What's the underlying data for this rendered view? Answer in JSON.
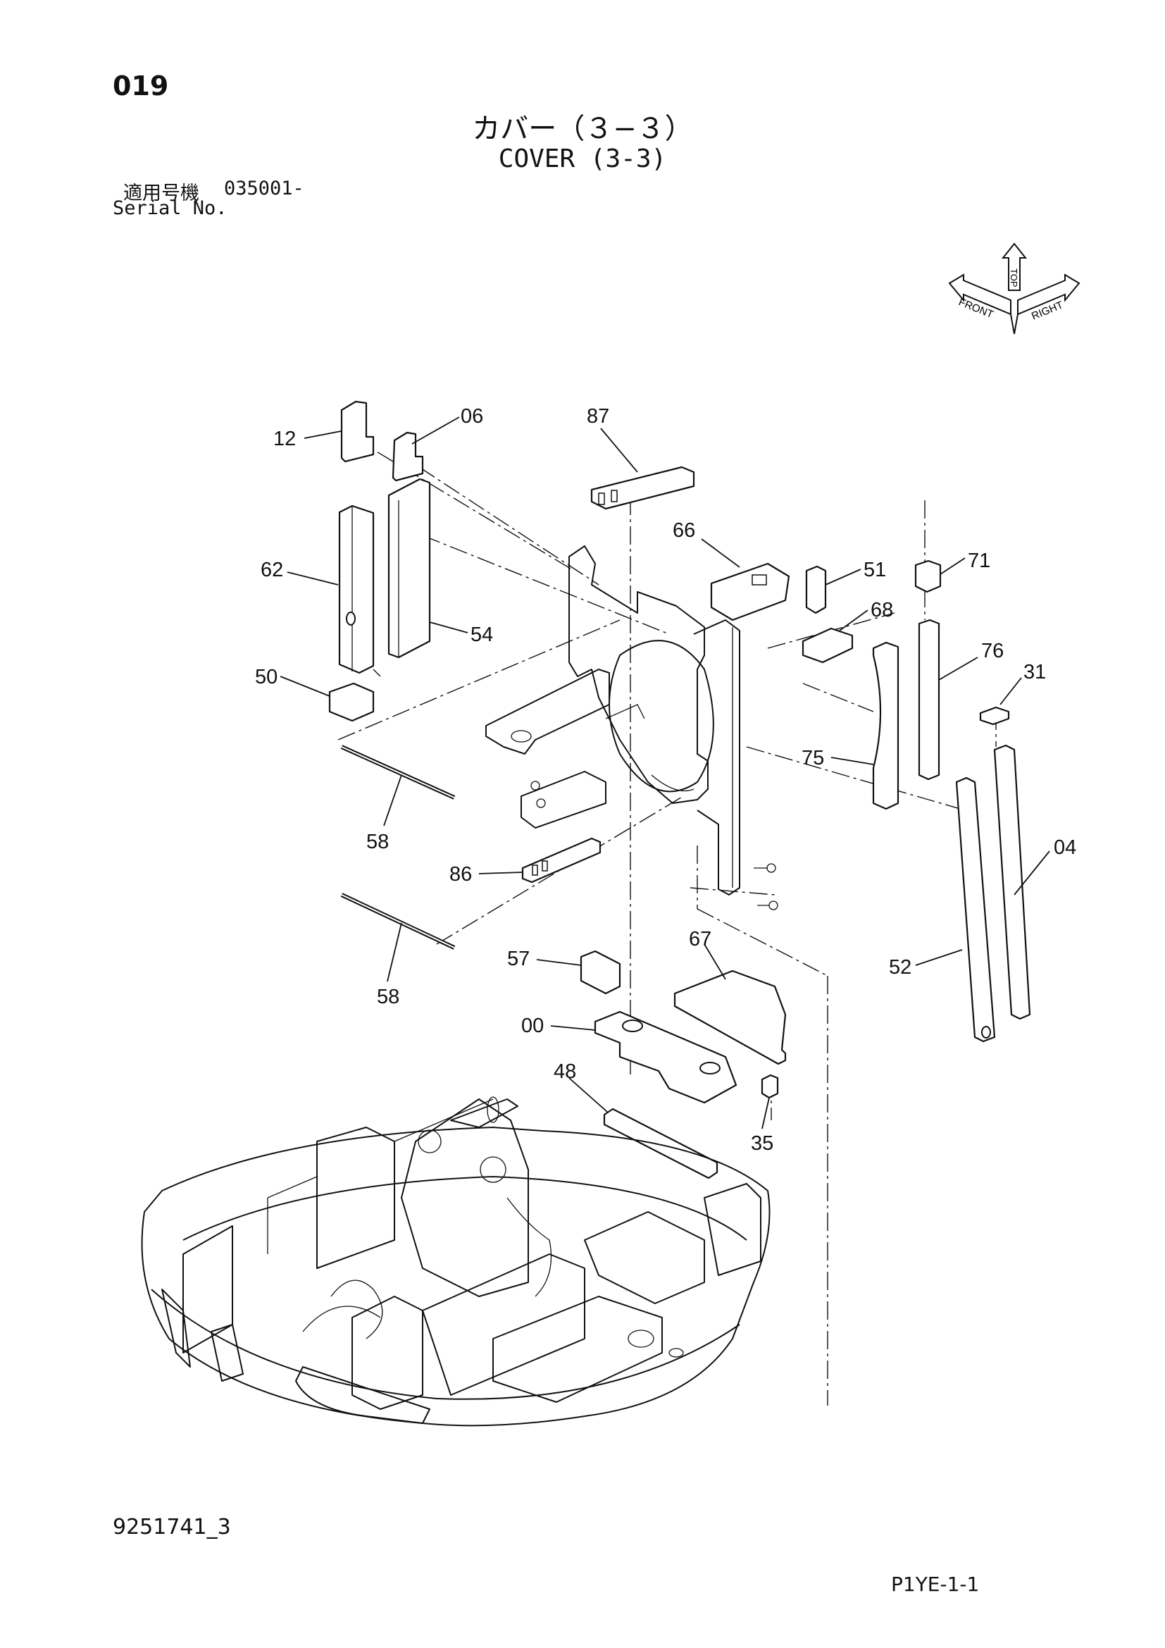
{
  "header": {
    "page_number": "019",
    "title_jp": "カバー（３−３）",
    "title_en": "COVER (3-3)",
    "serial_label_jp": "適用号機",
    "serial_value": "035001-",
    "serial_label_en": "Serial No."
  },
  "orientation": {
    "front": "FRONT",
    "right": "RIGHT",
    "top": "TOP"
  },
  "callouts": {
    "c12": "12",
    "c06": "06",
    "c87": "87",
    "c66": "66",
    "c62": "62",
    "c54": "54",
    "c51": "51",
    "c71": "71",
    "c68": "68",
    "c76": "76",
    "c31": "31",
    "c50": "50",
    "c75": "75",
    "c58a": "58",
    "c58b": "58",
    "c86": "86",
    "c04": "04",
    "c52": "52",
    "c57": "57",
    "c67": "67",
    "c00": "00",
    "c48": "48",
    "c35": "35"
  },
  "footer": {
    "drawing_id": "9251741_3",
    "page_code": "P1YE-1-1"
  }
}
